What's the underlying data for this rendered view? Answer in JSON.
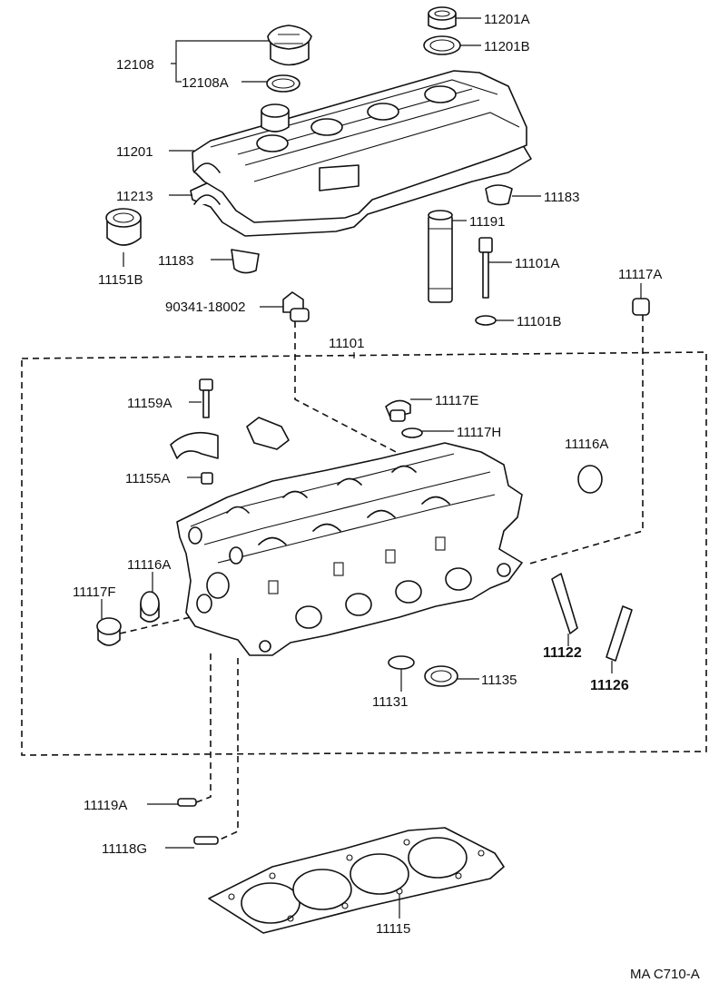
{
  "diagram_code": "MA C710-A",
  "callouts": {
    "c11201A": "11201A",
    "c11201B": "11201B",
    "c12108": "12108",
    "c12108A": "12108A",
    "c11201": "11201",
    "c11213": "11213",
    "c11183a": "11183",
    "c11183b": "11183",
    "c11191": "11191",
    "c11151B": "11151B",
    "c11101A": "11101A",
    "c11117A": "11117A",
    "c90341": "90341-18002",
    "c11101B": "11101B",
    "c11101": "11101",
    "c11159A": "11159A",
    "c11117E": "11117E",
    "c11117H": "11117H",
    "c11116Aa": "11116A",
    "c11155A": "11155A",
    "c11116Ab": "11116A",
    "c11117F": "11117F",
    "c11122": "11122",
    "c11126": "11126",
    "c11131": "11131",
    "c11135": "11135",
    "c11119A": "11119A",
    "c11118G": "11118G",
    "c11115": "11115"
  }
}
